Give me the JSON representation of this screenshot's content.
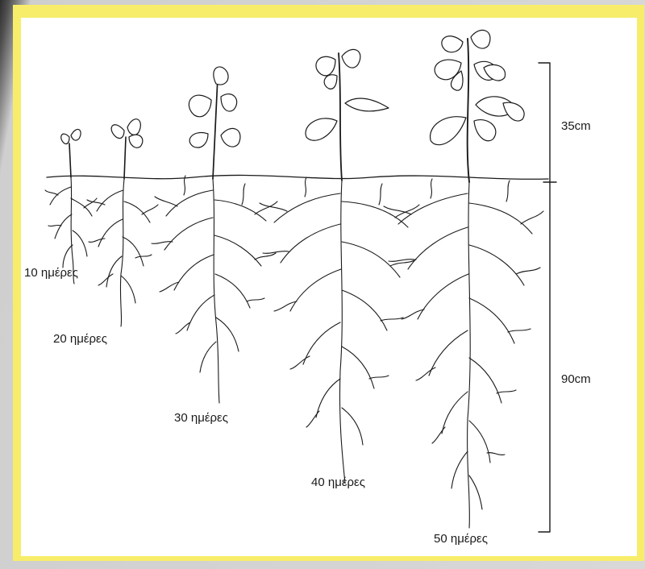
{
  "labels": {
    "day10": "10 ημέρες",
    "day20": "20 ημέρες",
    "day30": "30 ημέρες",
    "day40": "40 ημέρες",
    "day50": "50 ημέρες"
  },
  "scale": {
    "shoot_height": "35cm",
    "root_depth": "90cm"
  }
}
